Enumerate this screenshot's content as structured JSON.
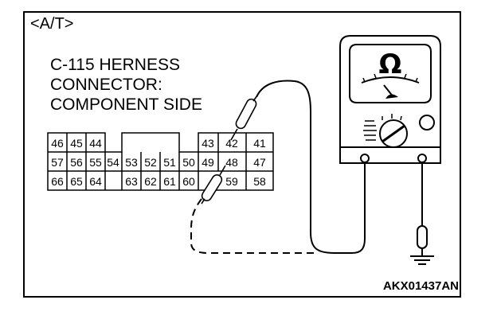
{
  "section_label": "<A/T>",
  "title_lines": [
    "C-115 HERNESS",
    "CONNECTOR:",
    "COMPONENT SIDE"
  ],
  "meter_symbol": "Ω",
  "reference_code": "AKX01437AN",
  "connector": {
    "row1": [
      "46",
      "45",
      "44",
      "43",
      "42",
      "41"
    ],
    "row2": [
      "57",
      "56",
      "55",
      "54",
      "53",
      "52",
      "51",
      "50",
      "49",
      "48",
      "47"
    ],
    "row3": [
      "66",
      "65",
      "64",
      "63",
      "62",
      "61",
      "60",
      "59",
      "58"
    ]
  },
  "icons": [
    "ohmmeter-icon",
    "probe-icon",
    "ground-icon"
  ]
}
